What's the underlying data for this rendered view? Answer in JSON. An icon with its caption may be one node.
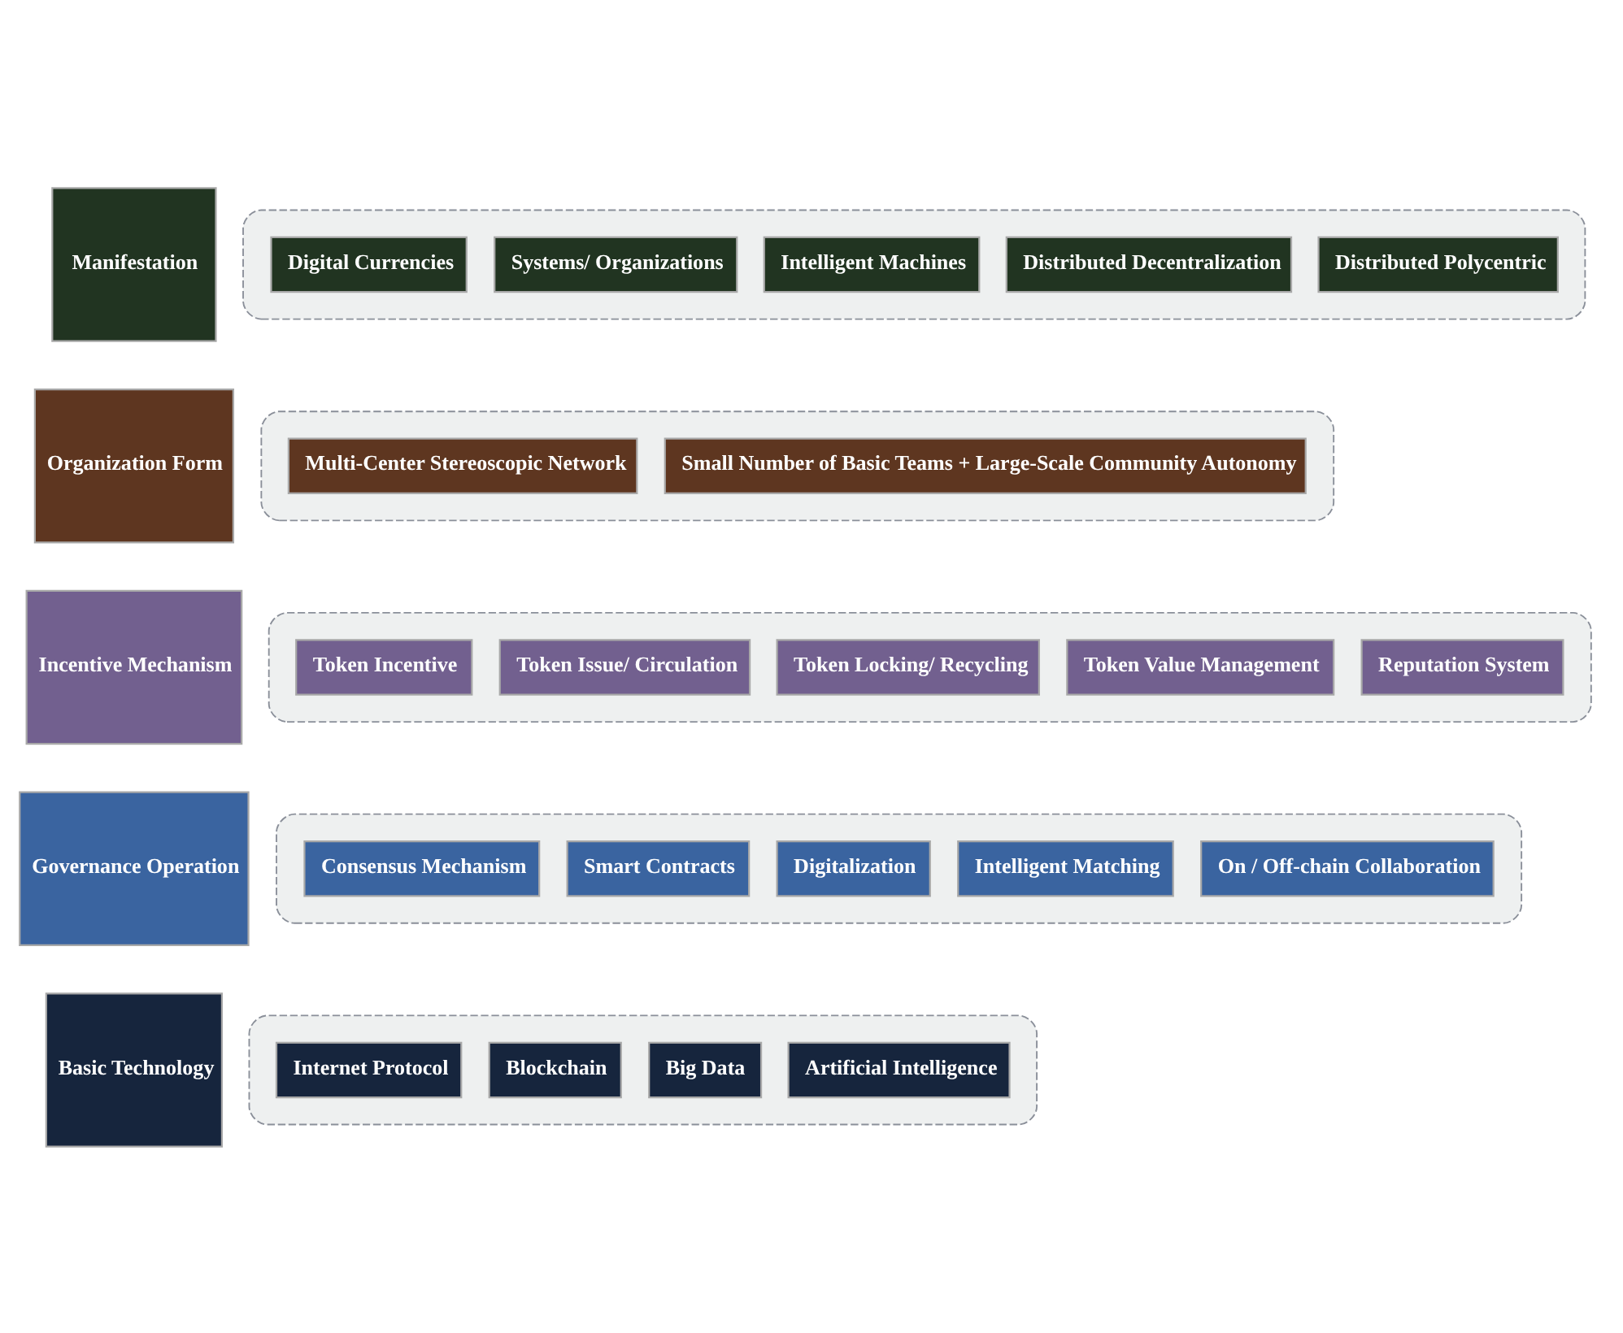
{
  "diagram": {
    "nodes": [
      {
        "text": [
          "Manifestation"
        ]
      },
      {
        "text": [],
        "shape": "box"
      },
      {
        "text": [
          "Digital Currencies"
        ],
        "in": 1
      },
      {
        "text": [
          "Systems/ Organizations"
        ],
        "in": 1
      },
      {
        "text": [
          "Intelligent Machines"
        ],
        "in": 1
      },
      {
        "text": [
          "Distributed Decentralization"
        ],
        "in": 1
      },
      {
        "text": [
          "Distributed Polycentric"
        ],
        "in": 1
      },
      {
        "text": [
          "Organization Form"
        ]
      },
      {
        "text": [],
        "shape": "box"
      },
      {
        "text": [
          "Multi-Center Stereoscopic Network"
        ],
        "in": 8
      },
      {
        "text": [
          "Small Number of Basic Teams + Large-Scale Community Autonomy"
        ],
        "in": 8
      },
      {
        "text": [
          "Incentive Mechanism"
        ]
      },
      {
        "text": [],
        "shape": "box"
      },
      {
        "text": [
          "Token Incentive"
        ],
        "in": 12
      },
      {
        "text": [
          "Token Issue/ Circulation"
        ],
        "in": 12
      },
      {
        "text": [
          "Token Locking/ Recycling"
        ],
        "in": 12
      },
      {
        "text": [
          "Token Value Management"
        ],
        "in": 12
      },
      {
        "text": [
          "Reputation System"
        ],
        "in": 12
      },
      {
        "text": [
          "Governance Operation"
        ]
      },
      {
        "text": [],
        "shape": "box"
      },
      {
        "text": [
          "Consensus Mechanism"
        ],
        "in": 19
      },
      {
        "text": [
          "Smart Contracts"
        ],
        "in": 19
      },
      {
        "text": [
          "Digitalization"
        ],
        "in": 19
      },
      {
        "text": [
          "Intelligent Matching"
        ],
        "in": 19
      },
      {
        "text": [
          "On / Off-chain Collaboration"
        ],
        "in": 19
      },
      {
        "text": [
          "Basic Technology"
        ]
      },
      {
        "text": [],
        "shape": "box"
      },
      {
        "text": [
          "Internet Protocol"
        ],
        "in": 26
      },
      {
        "text": [
          "Blockchain"
        ],
        "in": 26
      },
      {
        "text": [
          "Big Data"
        ],
        "in": 26
      },
      {
        "text": [
          "Artificial Intelligence"
        ],
        "in": 26
      }
    ]
  }
}
